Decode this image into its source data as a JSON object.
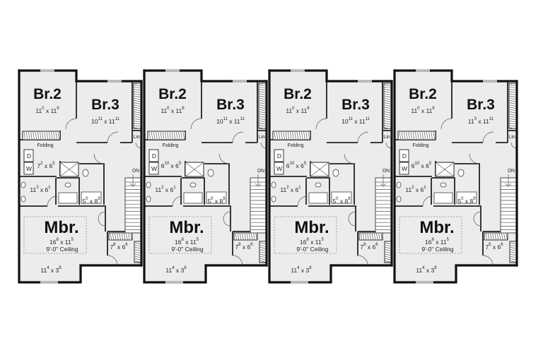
{
  "plan": {
    "description_visible_text_only": false,
    "units": [
      {
        "br2": {
          "label": "Br.2",
          "w": "11",
          "wi": "0",
          "h": "11",
          "hi": "6"
        },
        "br3": {
          "label": "Br.3",
          "w": "10",
          "wi": "11",
          "h": "11",
          "hi": "11"
        },
        "linen": "Lin.",
        "folding": "Folding",
        "dryer": "D",
        "washer": "W",
        "laundry": {
          "w": "7",
          "wi": "2",
          "h": "6",
          "hi": "5"
        },
        "bath1": {
          "w": "11",
          "wi": "2",
          "h": "6",
          "hi": "1"
        },
        "bath2": {
          "w": "5",
          "wi": "0",
          "h": "8",
          "hi": "9"
        },
        "stairs": "DN",
        "mbr": {
          "label": "Mbr.",
          "w": "16",
          "wi": "8",
          "h": "11",
          "hi": "5",
          "ceiling": "9'-0\" Ceiling"
        },
        "closet": {
          "w": "7",
          "wi": "8",
          "h": "6",
          "hi": "6"
        },
        "bay": {
          "w": "11",
          "wi": "4",
          "h": "3",
          "hi": "8"
        }
      },
      {
        "br2": {
          "label": "Br.2",
          "w": "11",
          "wi": "0",
          "h": "11",
          "hi": "6"
        },
        "br3": {
          "label": "Br.3",
          "w": "10",
          "wi": "11",
          "h": "11",
          "hi": "11"
        },
        "linen": "Lin.",
        "folding": "Folding",
        "dryer": "D",
        "washer": "W",
        "laundry": {
          "w": "6",
          "wi": "10",
          "h": "6",
          "hi": "5"
        },
        "bath1": {
          "w": "11",
          "wi": "2",
          "h": "6",
          "hi": "1"
        },
        "bath2": {
          "w": "5",
          "wi": "0",
          "h": "8",
          "hi": "9"
        },
        "stairs": "DN",
        "mbr": {
          "label": "Mbr.",
          "w": "16",
          "wi": "8",
          "h": "11",
          "hi": "5",
          "ceiling": "9'-0\" Ceiling"
        },
        "closet": {
          "w": "7",
          "wi": "8",
          "h": "6",
          "hi": "6"
        },
        "bay": {
          "w": "11",
          "wi": "4",
          "h": "3",
          "hi": "8"
        }
      },
      {
        "br2": {
          "label": "Br.2",
          "w": "11",
          "wi": "0",
          "h": "11",
          "hi": "6"
        },
        "br3": {
          "label": "Br.3",
          "w": "10",
          "wi": "11",
          "h": "11",
          "hi": "11"
        },
        "linen": "Lin.",
        "folding": "Folding",
        "dryer": "D",
        "washer": "W",
        "laundry": {
          "w": "6",
          "wi": "10",
          "h": "6",
          "hi": "5"
        },
        "bath1": {
          "w": "11",
          "wi": "2",
          "h": "6",
          "hi": "1"
        },
        "bath2": {
          "w": "5",
          "wi": "0",
          "h": "8",
          "hi": "9"
        },
        "stairs": "DN",
        "mbr": {
          "label": "Mbr.",
          "w": "16",
          "wi": "8",
          "h": "11",
          "hi": "5",
          "ceiling": "9'-0\" Ceiling"
        },
        "closet": {
          "w": "7",
          "wi": "8",
          "h": "6",
          "hi": "6"
        },
        "bay": {
          "w": "11",
          "wi": "4",
          "h": "3",
          "hi": "8"
        }
      },
      {
        "br2": {
          "label": "Br.2",
          "w": "11",
          "wi": "0",
          "h": "11",
          "hi": "6"
        },
        "br3": {
          "label": "Br.3",
          "w": "11",
          "wi": "0",
          "h": "11",
          "hi": "11"
        },
        "linen": "Lin.",
        "folding": "Folding",
        "dryer": "D",
        "washer": "W",
        "laundry": {
          "w": "6",
          "wi": "10",
          "h": "6",
          "hi": "5"
        },
        "bath1": {
          "w": "11",
          "wi": "2",
          "h": "6",
          "hi": "1"
        },
        "bath2": {
          "w": "5",
          "wi": "0",
          "h": "8",
          "hi": "9"
        },
        "stairs": "DN",
        "mbr": {
          "label": "Mbr.",
          "w": "16",
          "wi": "8",
          "h": "11",
          "hi": "5",
          "ceiling": "9'-0\" Ceiling"
        },
        "closet": {
          "w": "7",
          "wi": "5",
          "h": "6",
          "hi": "6"
        },
        "bay": {
          "w": "11",
          "wi": "4",
          "h": "3",
          "hi": "8"
        }
      }
    ]
  }
}
